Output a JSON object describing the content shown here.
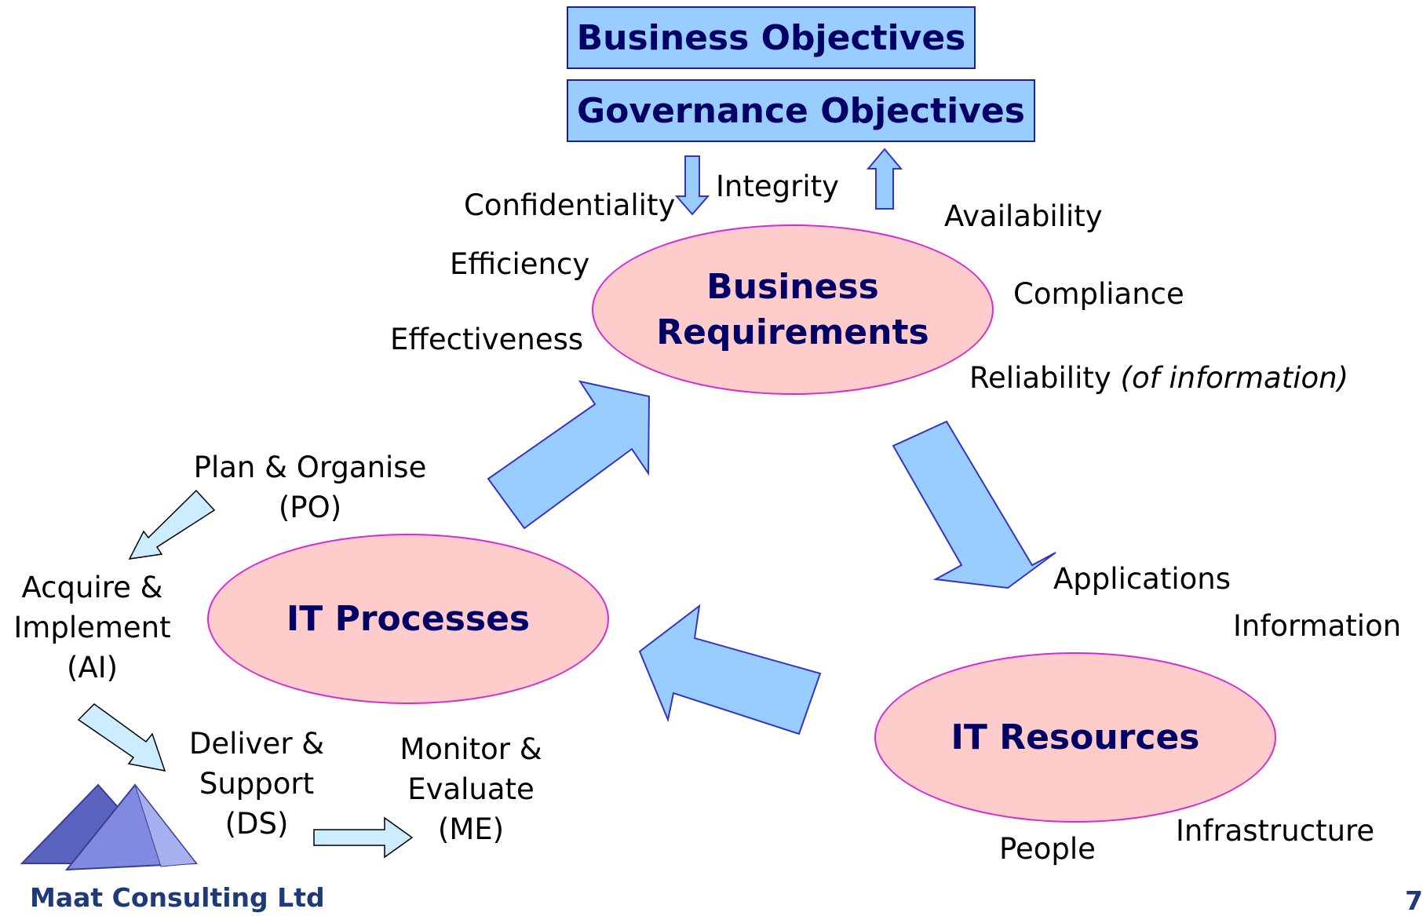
{
  "objectives": {
    "business": "Business Objectives",
    "governance": "Governance Objectives"
  },
  "ellipses": {
    "business_requirements": "Business\nRequirements",
    "it_processes": "IT Processes",
    "it_resources": "IT Resources"
  },
  "criteria": {
    "confidentiality": "Confidentiality",
    "integrity": "Integrity",
    "availability": "Availability",
    "efficiency": "Efficiency",
    "compliance": "Compliance",
    "effectiveness": "Effectiveness",
    "reliability": "Reliability",
    "reliability_note": "(of information)"
  },
  "resources": {
    "applications": "Applications",
    "information": "Information",
    "infrastructure": "Infrastructure",
    "people": "People"
  },
  "domains": {
    "plan_organise": "Plan & Organise\n(PO)",
    "acquire_implement": "Acquire &\nImplement\n(AI)",
    "deliver_support": "Deliver &\nSupport\n(DS)",
    "monitor_evaluate": "Monitor &\nEvaluate\n(ME)"
  },
  "logo": {
    "company": "Maat Consulting Ltd"
  },
  "page_number": "7",
  "colors": {
    "box_fill": "#99ccff",
    "box_border": "#1f1f9e",
    "ellipse_fill": "#ffcccc",
    "ellipse_border": "#d42bd4",
    "big_arrow_fill": "#99ccff",
    "big_arrow_stroke": "#3333cc",
    "small_arrow_fill": "#ccecff",
    "title_text": "#000066",
    "logo_blue": "#6b78c9"
  }
}
